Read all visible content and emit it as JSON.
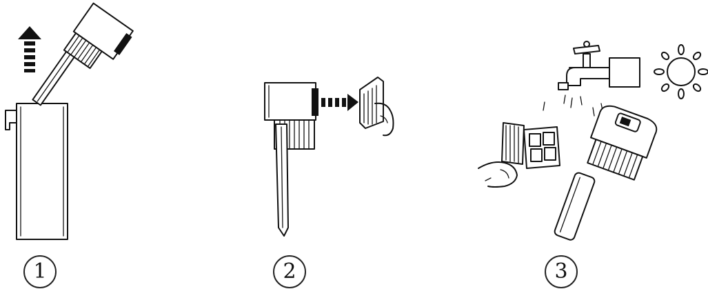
{
  "steps": [
    {
      "label": "1"
    },
    {
      "label": "2"
    },
    {
      "label": "3"
    }
  ],
  "icons": {
    "step1": [
      "filter-case-icon",
      "pump-head-icon",
      "up-arrow-icon"
    ],
    "step2": [
      "pump-head-icon",
      "sponge-filter-icon",
      "right-arrow-icon",
      "hand-icon"
    ],
    "step3": [
      "faucet-icon",
      "sun-icon",
      "sponge-filter-icon",
      "brush-icon",
      "hand-icon",
      "pump-head-icon"
    ]
  }
}
